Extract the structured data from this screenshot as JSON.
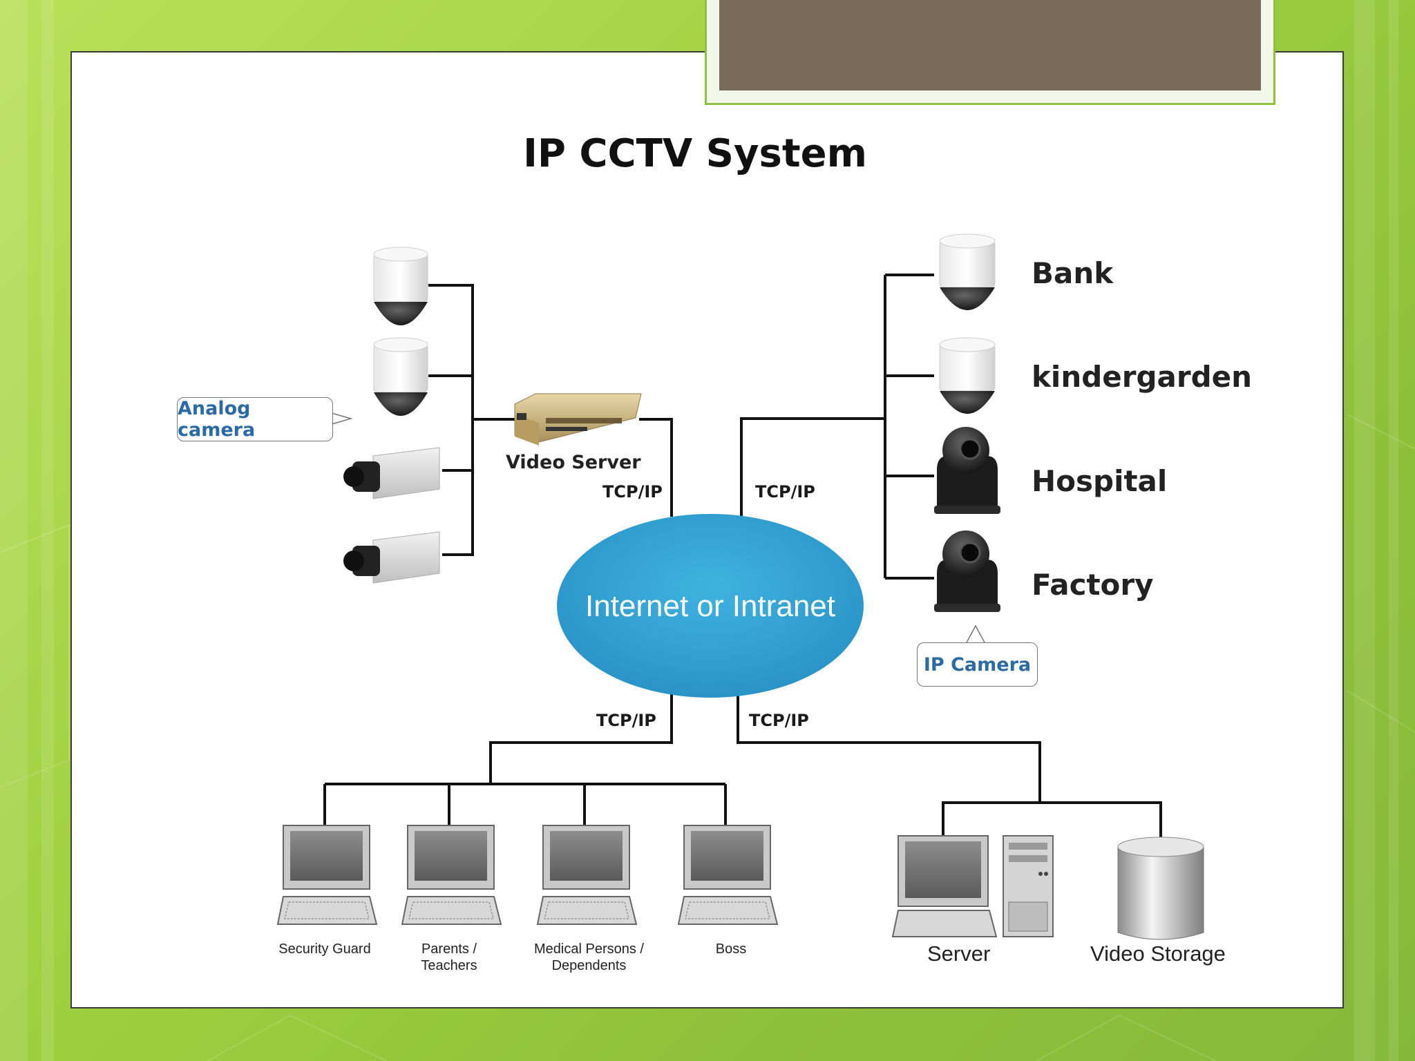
{
  "slide": {
    "title": "IP CCTV System"
  },
  "diagram": {
    "video_server_label": "Video Server",
    "network_label": "Internet or Intranet",
    "analog_callout": "Analog camera",
    "ip_callout": "IP Camera",
    "tcp_label": "TCP/IP",
    "sites": [
      "Bank",
      "kindergarden",
      "Hospital",
      "Factory"
    ],
    "clients": [
      {
        "line1": "Security Guard",
        "line2": ""
      },
      {
        "line1": "Parents /",
        "line2": "Teachers"
      },
      {
        "line1": "Medical Persons /",
        "line2": "Dependents"
      },
      {
        "line1": "Boss",
        "line2": ""
      }
    ],
    "server_label": "Server",
    "storage_label": "Video Storage"
  },
  "colors": {
    "background_green": "#9ccf3f",
    "title_box_fill": "#7a6a58",
    "cloud_fill": "#2f9fd0",
    "callout_text": "#2b6aa5"
  }
}
